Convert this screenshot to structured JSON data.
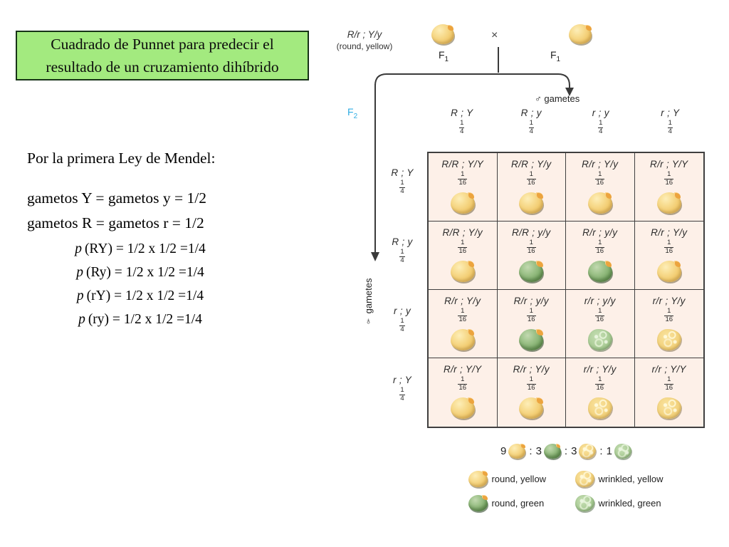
{
  "title": {
    "line1": "Cuadrado de Punnet para predecir el",
    "line2": "resultado de un cruzamiento dihíbrido"
  },
  "left_text": {
    "intro": "Por la primera Ley de Mendel:",
    "gamete_lines": [
      "gametos Y = gametos y = 1/2",
      "gametos R = gametos r = 1/2"
    ],
    "prob_lines": [
      {
        "lead": "p",
        "rest": "(RY) = 1/2 x 1/2 =1/4"
      },
      {
        "lead": "p",
        "rest": "(Ry) = 1/2 x 1/2 =1/4"
      },
      {
        "lead": "p",
        "rest": "(rY) = 1/2 x 1/2 =1/4"
      },
      {
        "lead": "p",
        "rest": "(ry) = 1/2 x 1/2 =1/4"
      }
    ]
  },
  "cross": {
    "parent_genotype": "R/r ; Y/y",
    "parent_phenotype": "(round, yellow)",
    "f1_base": "F",
    "f1_sub": "1",
    "f2_base": "F",
    "f2_sub": "2",
    "times": "×",
    "male_gametes_label": "♂ gametes",
    "female_gametes_label": "♀ gametes"
  },
  "punnett": {
    "col_gametes": [
      {
        "genotype": "R ; Y",
        "fraction": {
          "num": "1",
          "den": "4"
        }
      },
      {
        "genotype": "R ; y",
        "fraction": {
          "num": "1",
          "den": "4"
        }
      },
      {
        "genotype": "r ; y",
        "fraction": {
          "num": "1",
          "den": "4"
        }
      },
      {
        "genotype": "r ; Y",
        "fraction": {
          "num": "1",
          "den": "4"
        }
      }
    ],
    "row_gametes": [
      {
        "genotype": "R ; Y",
        "fraction": {
          "num": "1",
          "den": "4"
        }
      },
      {
        "genotype": "R ; y",
        "fraction": {
          "num": "1",
          "den": "4"
        }
      },
      {
        "genotype": "r ; y",
        "fraction": {
          "num": "1",
          "den": "4"
        }
      },
      {
        "genotype": "r ; Y",
        "fraction": {
          "num": "1",
          "den": "4"
        }
      }
    ],
    "cells": [
      {
        "genotype": "R/R ; Y/Y",
        "fraction": {
          "num": "1",
          "den": "16"
        },
        "pea": "round-yellow"
      },
      {
        "genotype": "R/R ; Y/y",
        "fraction": {
          "num": "1",
          "den": "16"
        },
        "pea": "round-yellow"
      },
      {
        "genotype": "R/r ; Y/y",
        "fraction": {
          "num": "1",
          "den": "16"
        },
        "pea": "round-yellow"
      },
      {
        "genotype": "R/r ; Y/Y",
        "fraction": {
          "num": "1",
          "den": "16"
        },
        "pea": "round-yellow"
      },
      {
        "genotype": "R/R ; Y/y",
        "fraction": {
          "num": "1",
          "den": "16"
        },
        "pea": "round-yellow"
      },
      {
        "genotype": "R/R ; y/y",
        "fraction": {
          "num": "1",
          "den": "16"
        },
        "pea": "round-green"
      },
      {
        "genotype": "R/r ; y/y",
        "fraction": {
          "num": "1",
          "den": "16"
        },
        "pea": "round-green"
      },
      {
        "genotype": "R/r ; Y/y",
        "fraction": {
          "num": "1",
          "den": "16"
        },
        "pea": "round-yellow"
      },
      {
        "genotype": "R/r ; Y/y",
        "fraction": {
          "num": "1",
          "den": "16"
        },
        "pea": "round-yellow"
      },
      {
        "genotype": "R/r ; y/y",
        "fraction": {
          "num": "1",
          "den": "16"
        },
        "pea": "round-green"
      },
      {
        "genotype": "r/r ; y/y",
        "fraction": {
          "num": "1",
          "den": "16"
        },
        "pea": "wrinkled-green"
      },
      {
        "genotype": "r/r ; Y/y",
        "fraction": {
          "num": "1",
          "den": "16"
        },
        "pea": "wrinkled-yellow"
      },
      {
        "genotype": "R/r ; Y/Y",
        "fraction": {
          "num": "1",
          "den": "16"
        },
        "pea": "round-yellow"
      },
      {
        "genotype": "R/r ; Y/y",
        "fraction": {
          "num": "1",
          "den": "16"
        },
        "pea": "round-yellow"
      },
      {
        "genotype": "r/r ; Y/y",
        "fraction": {
          "num": "1",
          "den": "16"
        },
        "pea": "wrinkled-yellow"
      },
      {
        "genotype": "r/r ; Y/Y",
        "fraction": {
          "num": "1",
          "den": "16"
        },
        "pea": "wrinkled-yellow"
      }
    ]
  },
  "ratio": {
    "separator": ":",
    "items": [
      {
        "count": "9",
        "pea": "round-yellow"
      },
      {
        "count": "3",
        "pea": "round-green"
      },
      {
        "count": "3",
        "pea": "wrinkled-yellow"
      },
      {
        "count": "1",
        "pea": "wrinkled-green"
      }
    ]
  },
  "legend": {
    "items": [
      {
        "pea": "round-yellow",
        "label": "round, yellow"
      },
      {
        "pea": "wrinkled-yellow",
        "label": "wrinkled, yellow"
      },
      {
        "pea": "round-green",
        "label": "round, green"
      },
      {
        "pea": "wrinkled-green",
        "label": "wrinkled, green"
      }
    ]
  },
  "colors": {
    "title-bg": "#a3ea7f",
    "title-border": "#173317",
    "cell-bg": "#fdf0e8",
    "grid-line": "#3f3f3f",
    "f2-blue": "#31ade3",
    "pea-yellow": "#f1c96b",
    "pea-green": "#7cab68",
    "pea-wrinkled-yellow": "#f3d37e",
    "pea-wrinkled-green": "#abcd97"
  }
}
